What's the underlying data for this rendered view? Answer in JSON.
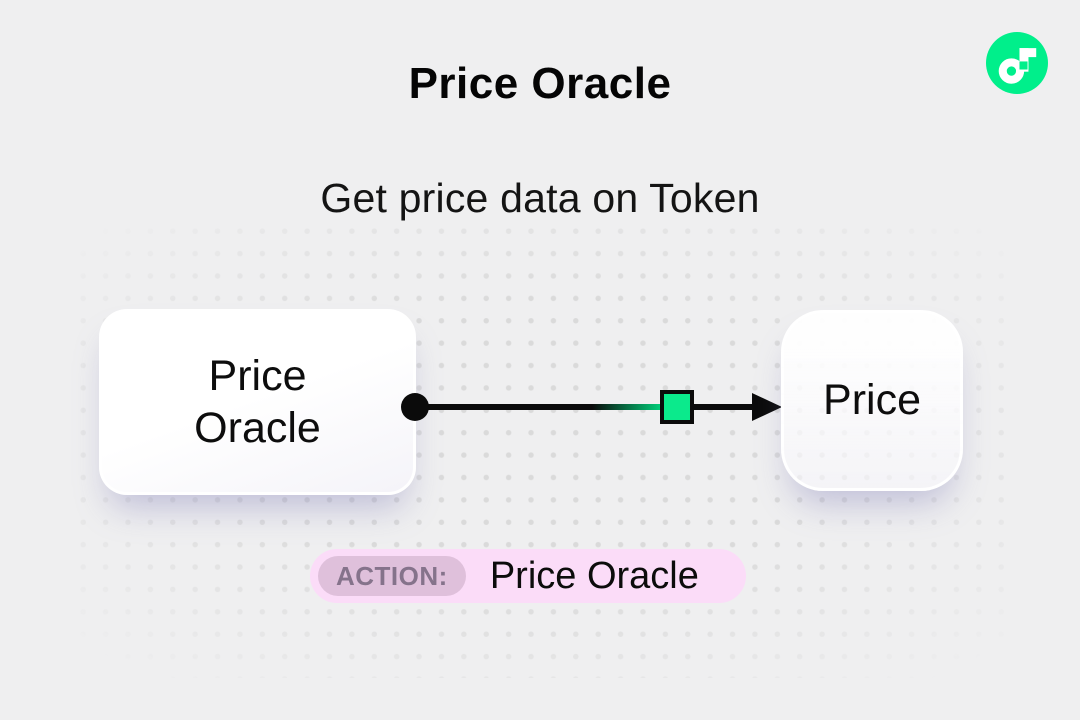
{
  "header": {
    "title": "Price Oracle",
    "subtitle": "Get price data on Token"
  },
  "branding": {
    "logo_icon": "flow-logo",
    "logo_color": "#00EF8B"
  },
  "diagram": {
    "nodes": [
      {
        "id": "price-oracle",
        "label": "Price Oracle"
      },
      {
        "id": "price",
        "label": "Price"
      }
    ],
    "connector": {
      "from": "price-oracle",
      "to": "price",
      "marker_shape": "square",
      "marker_color": "#0BEA8C"
    }
  },
  "action_bar": {
    "badge_label": "ACTION:",
    "action_name": "Price Oracle",
    "pill_color": "#FBDCF8",
    "badge_color": "#DFC0DB"
  }
}
